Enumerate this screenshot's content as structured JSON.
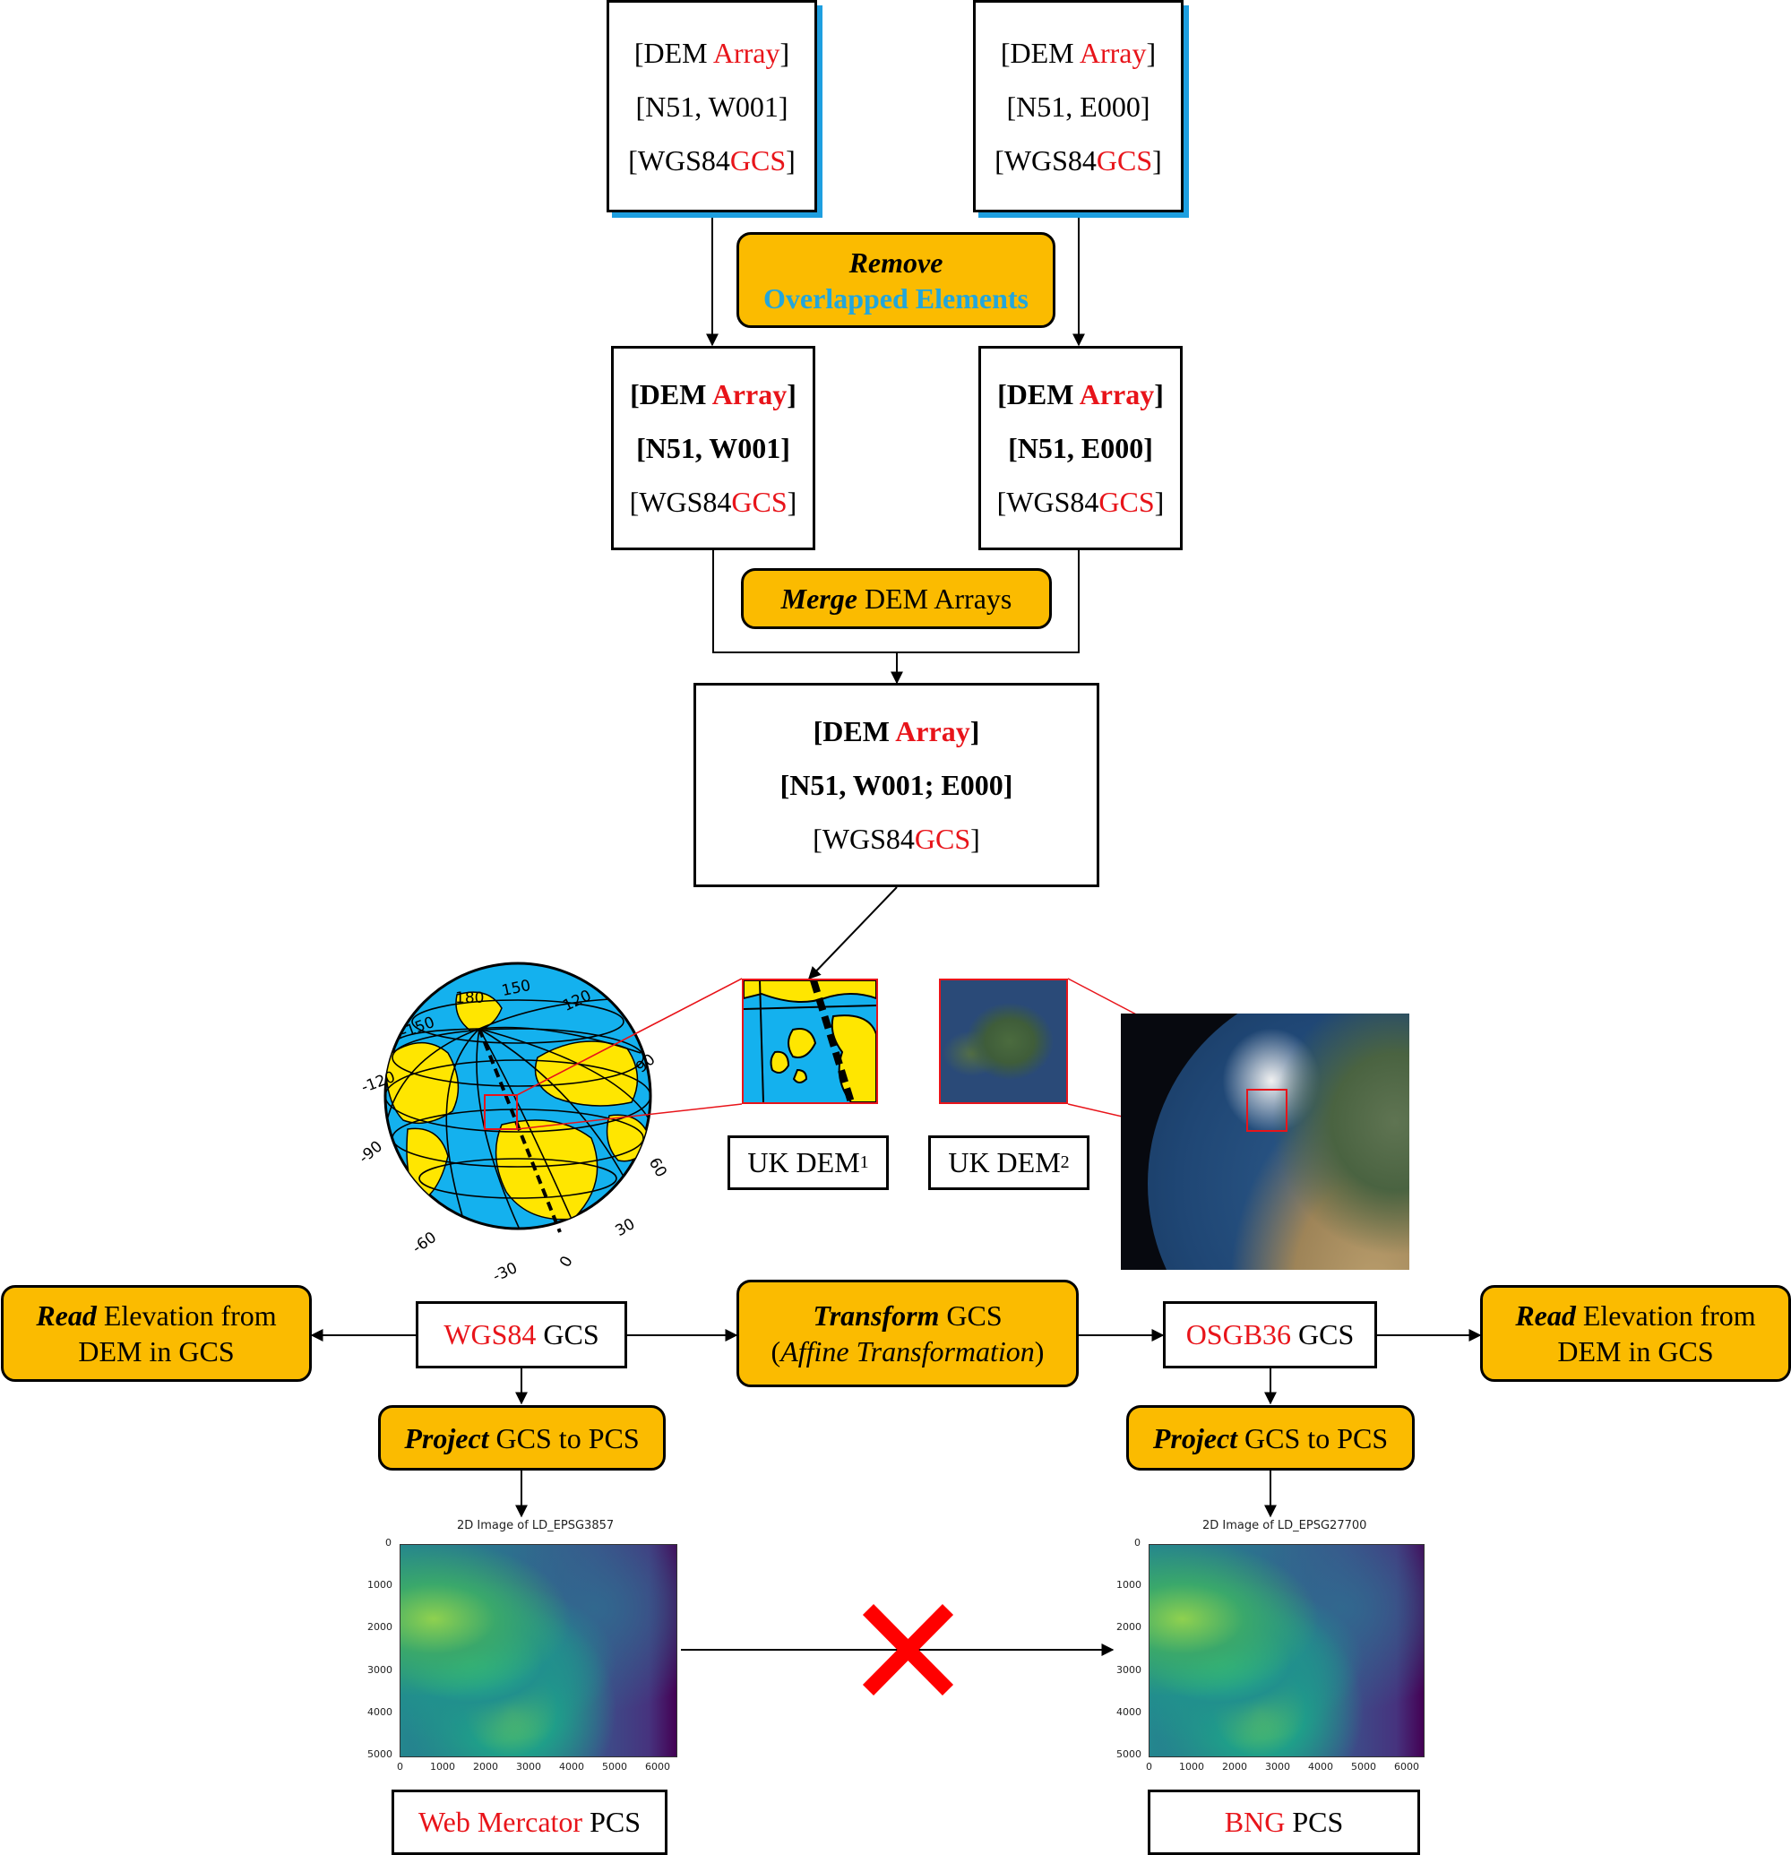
{
  "top_boxes": [
    {
      "l1_a": "[DEM ",
      "l1_b": "Array",
      "l1_c": "]",
      "l2": "[N51, W001]",
      "l3_a": "[WGS84",
      "l3_b": "GCS",
      "l3_c": "]"
    },
    {
      "l1_a": "[DEM ",
      "l1_b": "Array",
      "l1_c": "]",
      "l2": "[N51, E000]",
      "l3_a": "[WGS84",
      "l3_b": "GCS",
      "l3_c": "]"
    }
  ],
  "remove_op": {
    "line1": "Remove",
    "line2": "Overlapped Elements"
  },
  "mid_boxes": [
    {
      "l1_a": "[DEM ",
      "l1_b": "Array",
      "l1_c": "]",
      "l2": "[N51, W001]",
      "l3_a": "[WGS84",
      "l3_b": "GCS",
      "l3_c": "]"
    },
    {
      "l1_a": "[DEM ",
      "l1_b": "Array",
      "l1_c": "]",
      "l2": "[N51, E000]",
      "l3_a": "[WGS84",
      "l3_b": "GCS",
      "l3_c": "]"
    }
  ],
  "merge_op": {
    "a": "Merge",
    "b": " DEM Arrays"
  },
  "merged_box": {
    "l1_a": "[DEM ",
    "l1_b": "Array",
    "l1_c": "]",
    "l2": "[N51, W001; E000]",
    "l3_a": "[WGS84",
    "l3_b": "GCS",
    "l3_c": "]"
  },
  "uk_dem1": {
    "text": "UK DEM",
    "sup": "1"
  },
  "uk_dem2": {
    "text": "UK DEM",
    "sup": "2"
  },
  "globe_ticks": [
    "180",
    "150",
    "120",
    "90",
    "-150",
    "-120",
    "-90",
    "60",
    "30",
    "-60",
    "-30",
    "0"
  ],
  "read_left": {
    "a": "Read",
    "b": " Elevation from",
    "c": "DEM in GCS"
  },
  "wgs_label": {
    "a": "WGS84",
    "b": " GCS"
  },
  "transform_op": {
    "a": "Transform",
    "b": " GCS",
    "c": "(",
    "d": "Affine Transformation",
    "e": ")"
  },
  "osgb_label": {
    "a": "OSGB36",
    "b": " GCS"
  },
  "read_right": {
    "a": "Read",
    "b": " Elevation from",
    "c": "DEM in GCS"
  },
  "project_left": {
    "a": "Project",
    "b": " GCS to PCS"
  },
  "project_right": {
    "a": "Project",
    "b": " GCS to PCS"
  },
  "plot_left": {
    "title": "2D Image of LD_EPSG3857",
    "yticks": [
      "0",
      "1000",
      "2000",
      "3000",
      "4000",
      "5000"
    ],
    "xticks": [
      "0",
      "1000",
      "2000",
      "3000",
      "4000",
      "5000",
      "6000"
    ]
  },
  "plot_right": {
    "title": "2D Image of LD_EPSG27700",
    "yticks": [
      "0",
      "1000",
      "2000",
      "3000",
      "4000",
      "5000"
    ],
    "xticks": [
      "0",
      "1000",
      "2000",
      "3000",
      "4000",
      "5000",
      "6000"
    ]
  },
  "pcs_left": {
    "a": "Web Mercator",
    "b": " PCS"
  },
  "pcs_right": {
    "a": "BNG",
    "b": " PCS"
  },
  "colors": {
    "operation": "#fbbb00",
    "accent_red": "#e8141a",
    "accent_cyan": "#22a6dc",
    "shadow_blue": "#1e9fe0"
  }
}
